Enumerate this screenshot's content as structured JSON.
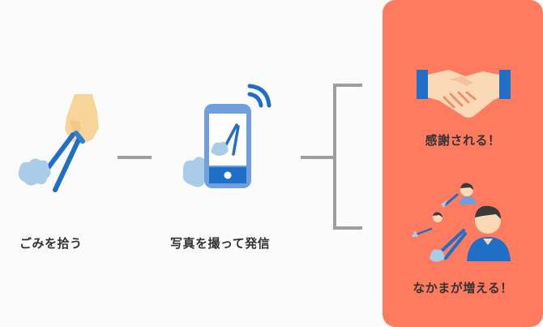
{
  "steps": [
    {
      "label": "ごみを拾う",
      "icon": "hand-tongs-picking-trash-icon"
    },
    {
      "label": "写真を撮って発信",
      "icon": "smartphone-wifi-icon"
    }
  ],
  "results": [
    {
      "label": "感謝される！",
      "icon": "handshake-icon"
    },
    {
      "label": "なかまが増える！",
      "icon": "people-with-tongs-icon"
    }
  ],
  "colors": {
    "panel": "#fe7b60",
    "connector": "#9e9e9e",
    "blue": "#1f6fc6",
    "phone_frame": "#6fa0dc",
    "skin": "#f7d59a",
    "trash": "#a9cde8",
    "text": "#333333"
  }
}
